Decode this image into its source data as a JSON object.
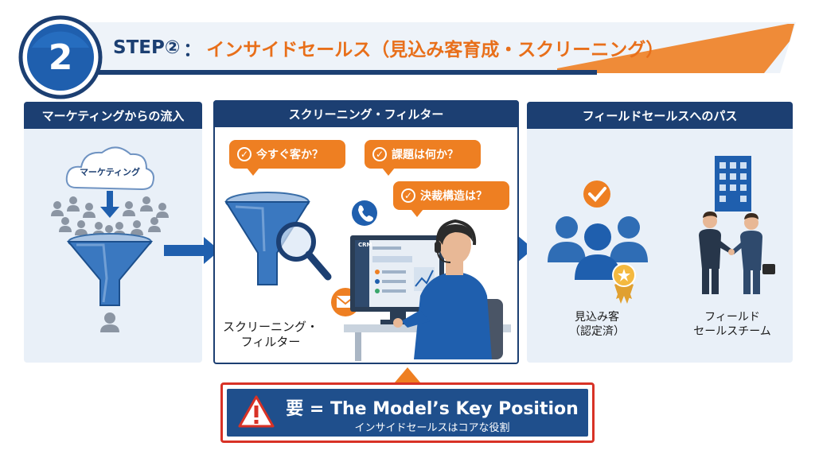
{
  "header": {
    "step_number": "2",
    "step_label": "STEP②",
    "colon": "：",
    "title": "インサイドセールス（見込み客育成・スクリーニング）"
  },
  "panels": {
    "left": {
      "title": "マーケティングからの流入",
      "cloud_label": "マーケティング"
    },
    "middle": {
      "title": "スクリーニング・フィルター",
      "questions": [
        "今すぐ客か？",
        "課題は何か？",
        "決裁構造は？"
      ],
      "funnel_label_line1": "スクリーニング・",
      "funnel_label_line2": "フィルター",
      "crm_label": "CRM"
    },
    "right": {
      "title": "フィールドセールスへのパス",
      "prospect_label_line1": "見込み客",
      "prospect_label_line2": "（認定済）",
      "team_label_line1": "フィールド",
      "team_label_line2": "セールスチーム"
    }
  },
  "callout": {
    "main": "要 = The Model’s Key Position",
    "sub": "インサイドセールスはコアな役割"
  },
  "colors": {
    "navy": "#1c3f72",
    "orange": "#ee7f22",
    "panel_bg": "#e9f0f8",
    "alert_red": "#d83226",
    "callout_blue": "#1f4f8c"
  },
  "icons": [
    "step-circle",
    "cloud-icon",
    "people-crowd-icon",
    "funnel-icon",
    "magnifier-icon",
    "check-circle-icon",
    "phone-icon",
    "mail-icon",
    "operator-icon",
    "computer-icon",
    "chair-icon",
    "team-icon",
    "badge-icon",
    "building-icon",
    "handshake-icon",
    "warning-icon",
    "arrow-right-icon"
  ]
}
